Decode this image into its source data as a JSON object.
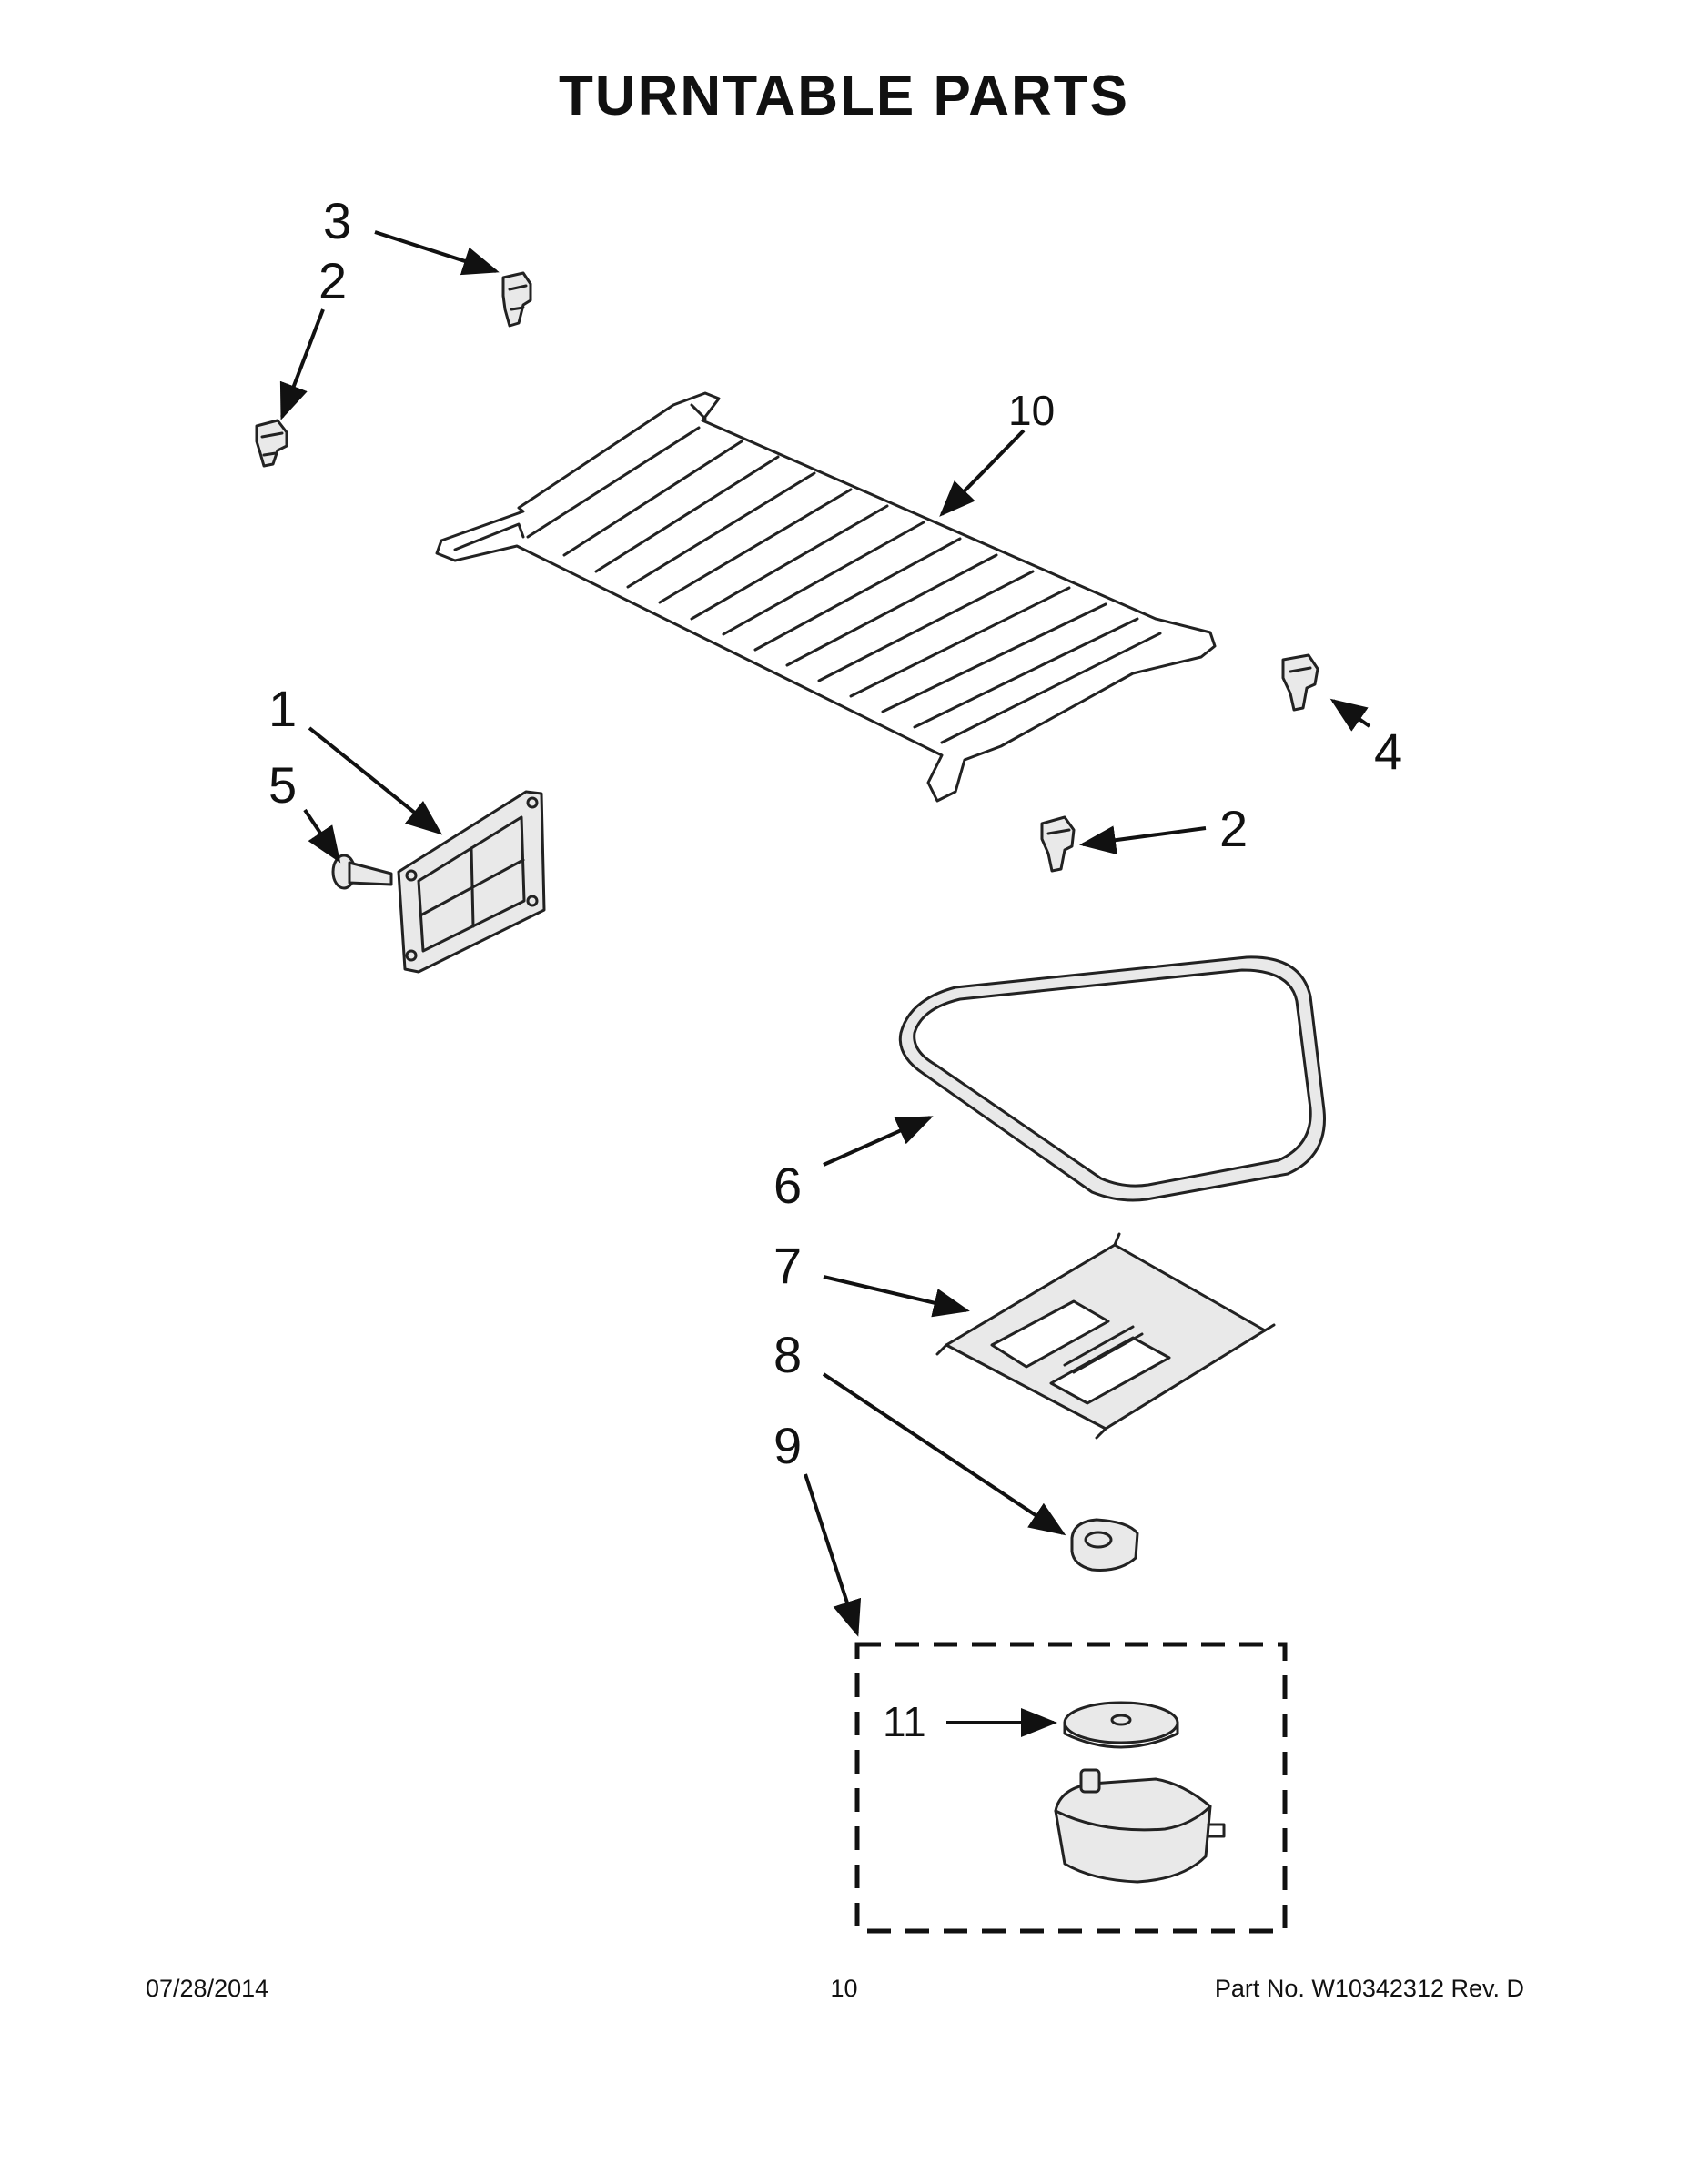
{
  "document": {
    "title": "TURNTABLE PARTS"
  },
  "callouts": {
    "c1": "1",
    "c2a": "2",
    "c2b": "2",
    "c3": "3",
    "c4": "4",
    "c5": "5",
    "c6": "6",
    "c7": "7",
    "c8": "8",
    "c9": "9",
    "c10": "10",
    "c11": "11"
  },
  "footer": {
    "date": "07/28/2014",
    "page": "10",
    "part_number": "Part No.  W10342312  Rev.  D"
  }
}
